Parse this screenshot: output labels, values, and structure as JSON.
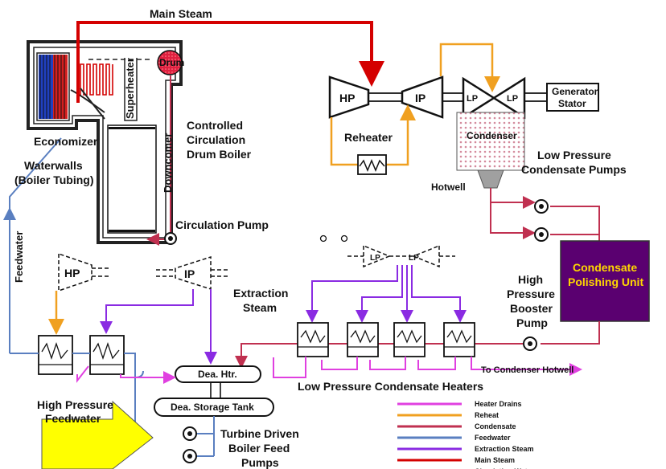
{
  "colors": {
    "main_steam": "#d40000",
    "reheat": "#f0a020",
    "condensate": "#c03050",
    "feedwater": "#5a7fc0",
    "extraction_steam": "#8a2be2",
    "heater_drains": "#e040e0",
    "polishing_unit": "#5a0070",
    "polishing_text": "#ffd700",
    "arrow_fill": "#ffff00"
  },
  "labels": {
    "main_steam": "Main Steam",
    "drum": "Drum",
    "superheater": "Superheater",
    "downcomer": "Downcomer",
    "economizer": "Economizer",
    "waterwalls_1": "Waterwalls",
    "waterwalls_2": "(Boiler Tubing)",
    "boiler_1": "Controlled",
    "boiler_2": "Circulation",
    "boiler_3": "Drum Boiler",
    "circulation_pump": "Circulation Pump",
    "feedwater": "Feedwater",
    "hp": "HP",
    "ip": "IP",
    "lp": "LP",
    "generator_1": "Generator",
    "generator_2": "Stator",
    "reheater": "Reheater",
    "condenser": "Condenser",
    "lp_pumps_1": "Low Pressure",
    "lp_pumps_2": "Condensate Pumps",
    "hotwell": "Hotwell",
    "polishing_1": "Condensate",
    "polishing_2": "Polishing Unit",
    "booster_1": "High",
    "booster_2": "Pressure",
    "booster_3": "Booster",
    "booster_4": "Pump",
    "extraction_1": "Extraction",
    "extraction_2": "Steam",
    "dea_htr": "Dea. Htr.",
    "dea_tank": "Dea. Storage Tank",
    "to_hotwell": "To Condenser Hotwell",
    "lp_heaters": "Low Pressure Condensate Heaters",
    "hp_feed_1": "High Pressure",
    "hp_feed_2": "Feedwater",
    "bfp_1": "Turbine Driven",
    "bfp_2": "Boiler Feed",
    "bfp_3": "Pumps"
  },
  "legend": [
    {
      "label": "Heater Drains",
      "color": "#e040e0"
    },
    {
      "label": "Reheat",
      "color": "#f0a020"
    },
    {
      "label": "Condensate",
      "color": "#c03050"
    },
    {
      "label": "Feedwater",
      "color": "#5a7fc0"
    },
    {
      "label": "Extraction Steam",
      "color": "#8a2be2"
    },
    {
      "label": "Main Steam",
      "color": "#d40000"
    },
    {
      "label": "Circulating Water",
      "color": "#c03050"
    }
  ]
}
